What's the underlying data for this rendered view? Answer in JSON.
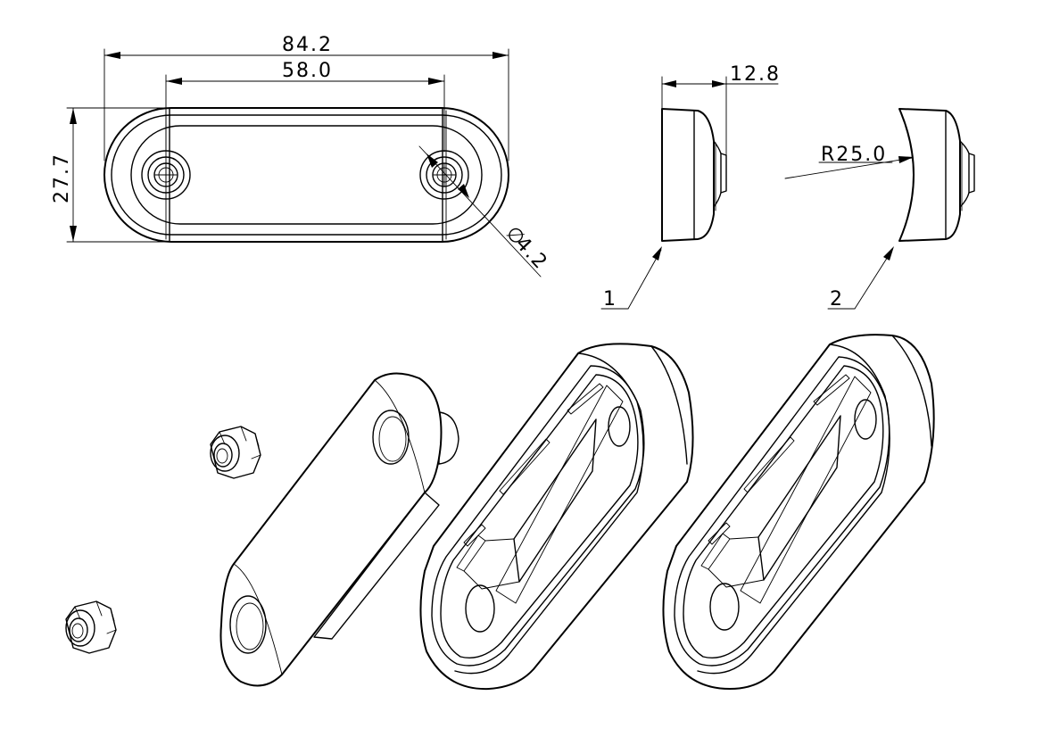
{
  "dimensions": {
    "overall_length": "84.2",
    "hole_spacing": "58.0",
    "height": "27.7",
    "hole_diameter": "4.2",
    "depth": "12.8",
    "radius": "R25.0"
  },
  "symbols": {
    "diameter": "∅"
  },
  "callouts": {
    "variant_flat": "1",
    "variant_curved": "2"
  }
}
